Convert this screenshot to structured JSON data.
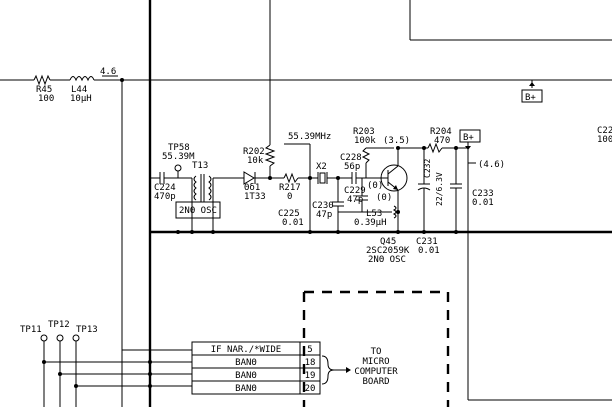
{
  "labels": {
    "r45": "R45",
    "r45_val": "100",
    "l44": "L44",
    "l44_val": "10μH",
    "v46": "4.6",
    "bplus_right": "B+",
    "bplus_top": "B+",
    "c22_partial": "C22",
    "c22_val_partial": "100",
    "tp58": "TP58",
    "tp58_freq": "55.39M",
    "t13": "T13",
    "c224": "C224",
    "c224_val": "470p",
    "zno_osc_box": "2NΘ OSC",
    "r202": "R202",
    "r202_val": "10k",
    "d41": "Θδ1",
    "d41_part": "1T33",
    "r217": "R217",
    "r217_val": "0",
    "freq_top": "55.39MHz",
    "x2": "X2",
    "c225": "C225",
    "c225_val": "0.01",
    "c230": "C230",
    "c230_val": "47p",
    "c228": "C228",
    "c228_val": "56p",
    "c229": "C229",
    "c229_val": "47p",
    "r203": "R203",
    "r203_val": "100k",
    "v35": "(3.5)",
    "v0a": "(0)",
    "v0b": "(0)",
    "l53": "L53",
    "l53_val": "0.39μH",
    "q45": "Q45",
    "q45_part": "2SC2059K",
    "q45_func": "2NΘ OSC",
    "c231": "C231",
    "c231_val": "0.01",
    "r204": "R204",
    "r204_val": "470",
    "c232": "C232",
    "c232_val": "22/6.3V",
    "c233": "C233",
    "c233_val": "0.01",
    "v46b": "(4.6)",
    "tp11": "TP11",
    "tp12": "TP12",
    "tp13": "TP13",
    "to_micro": [
      "TO",
      "MICRO",
      "COMPUTER",
      "BOARD"
    ]
  },
  "connector_rows": [
    {
      "signal": "IF NAR./*WIDE",
      "pin": "5"
    },
    {
      "signal": "BANΘ",
      "pin": "18"
    },
    {
      "signal": "BANΘ",
      "pin": "19"
    },
    {
      "signal": "BANΘ",
      "pin": "20"
    }
  ]
}
